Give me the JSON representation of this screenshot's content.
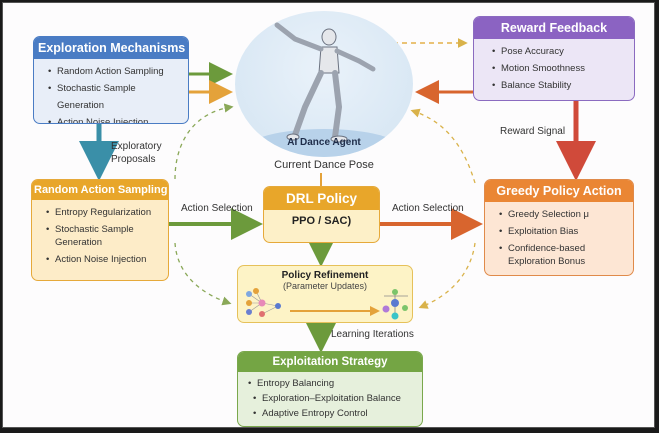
{
  "agent": {
    "name": "AI Dance Agent",
    "caption": "Current Dance Pose",
    "icon": "dancing-robot-icon"
  },
  "exploration_mechanisms": {
    "title": "Exploration Mechanisms",
    "items": [
      "Random Action Sampling",
      "Stochastic Sample Generation",
      "Action Noise Injection"
    ]
  },
  "reward_feedback": {
    "title": "Reward Feedback",
    "items": [
      "Pose Accuracy",
      "Motion Smoothness",
      "Balance Stability"
    ]
  },
  "random_action_sampling": {
    "title": "Random Action Sampling",
    "items": [
      "Entropy Regularization",
      "Stochastic Sample Generation",
      "Action Noise Injection"
    ]
  },
  "greedy_policy_action": {
    "title": "Greedy Policy Action",
    "items": [
      "Greedy Selection μ",
      "Exploitation Bias",
      "Confidence-based Exploration Bonus"
    ]
  },
  "drl_policy": {
    "title": "DRL Policy",
    "subtitle": "PPO / SAC)"
  },
  "policy_refinement": {
    "title": "Policy Refinement",
    "subtitle": "(Parameter Updates)",
    "icons": [
      "neural-network-icon",
      "arrow-right-icon",
      "tree-network-icon"
    ]
  },
  "exploitation_strategy": {
    "title": "Exploitation Strategy",
    "items": [
      "Entropy Balancing",
      "Exploration–Exploitation Balance",
      "Adaptive Entropy Control"
    ]
  },
  "edge_labels": {
    "exploratory_proposals": "Exploratory\nProposals",
    "exploratory_line1": "Exploratory",
    "exploratory_line2": "Proposals",
    "reward_signal": "Reward Signal",
    "action_selection_left": "Action Selection",
    "action_selection_right": "Action Selection",
    "learning_iterations": "Learning Iterations"
  },
  "colors": {
    "blue": "#4a7cc4",
    "purple": "#8b63c2",
    "amber": "#e8a62a",
    "orange": "#ea8634",
    "green": "#74a544",
    "teal": "#3a8fa8",
    "red": "#d9503c"
  }
}
